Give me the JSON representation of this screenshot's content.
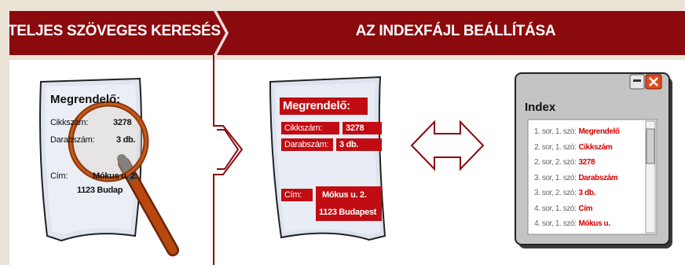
{
  "banner": {
    "left_title": "TELJES SZÖVEGES KERESÉS",
    "right_title": "AZ INDEXFÁJL BEÁLLÍTÁSA"
  },
  "left_doc": {
    "heading": "Megrendelő:",
    "item_label": "Cikkszám:",
    "item_value": "3278",
    "qty_label": "Darabszám:",
    "qty_value": "3 db.",
    "addr_label": "Cím:",
    "addr_line1": "Mókus u. 2.",
    "addr_line2": "1123 Budap"
  },
  "middle_doc": {
    "heading": "Megrendelő:",
    "item_label": "Cikkszám:",
    "item_value": "3278",
    "qty_label": "Darabszám:",
    "qty_value": "3 db.",
    "addr_label": "Cím:",
    "addr_line1": "Mókus u. 2.",
    "addr_line2": "1123 Budapest"
  },
  "index_window": {
    "title": "Index",
    "rows": [
      {
        "pos": "1. sor, 1. szó:",
        "word": "Megrendelő"
      },
      {
        "pos": "2. sor, 1. szó:",
        "word": "Cikkszám"
      },
      {
        "pos": "2. sor, 2. szó:",
        "word": "3278"
      },
      {
        "pos": "3. sor, 1. szó:",
        "word": "Darabszám"
      },
      {
        "pos": "3. sor, 2. szó:",
        "word": "3 db."
      },
      {
        "pos": "4. sor, 1. szó:",
        "word": "Cím"
      },
      {
        "pos": "4. sor, 1. szó:",
        "word": "Mókus u."
      }
    ]
  },
  "colors": {
    "banner": "#8b0a0e",
    "accent_red": "#c00c12",
    "background": "#eae3d6"
  }
}
